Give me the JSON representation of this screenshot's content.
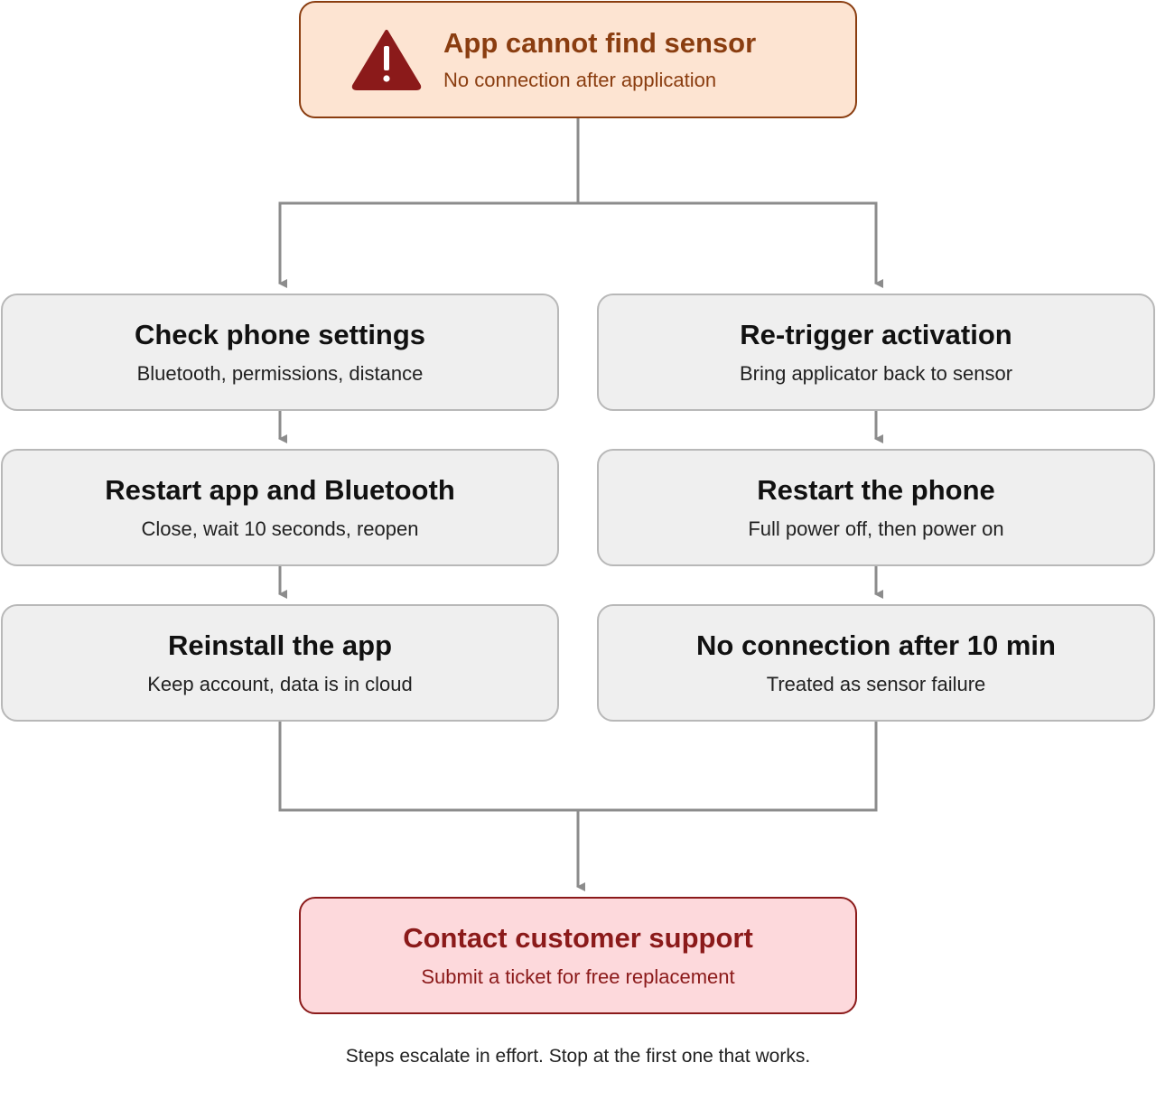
{
  "top": {
    "title": "App cannot find sensor",
    "subtitle": "No connection after application",
    "icon": "warning-icon"
  },
  "left_branch": [
    {
      "title": "Check phone settings",
      "subtitle": "Bluetooth, permissions, distance"
    },
    {
      "title": "Restart app and Bluetooth",
      "subtitle": "Close, wait 10 seconds, reopen"
    },
    {
      "title": "Reinstall the app",
      "subtitle": "Keep account, data is in cloud"
    }
  ],
  "right_branch": [
    {
      "title": "Re-trigger activation",
      "subtitle": "Bring applicator back to sensor"
    },
    {
      "title": "Restart the phone",
      "subtitle": "Full power off, then power on"
    },
    {
      "title": "No connection after 10 min",
      "subtitle": "Treated as sensor failure"
    }
  ],
  "bottom": {
    "title": "Contact customer support",
    "subtitle": "Submit a ticket for free replacement"
  },
  "footnote": "Steps escalate in effort. Stop at the first one that works.",
  "colors": {
    "top_fill": "#fde4d2",
    "top_border": "#8a3d10",
    "top_text": "#8a3d10",
    "warning_fill": "#8b1a1a",
    "step_fill": "#efefef",
    "step_border": "#b8b8b8",
    "bottom_fill": "#fdd9dc",
    "bottom_border": "#8b1a1a",
    "bottom_text": "#8b1a1a",
    "connector": "#8c8c8c"
  }
}
